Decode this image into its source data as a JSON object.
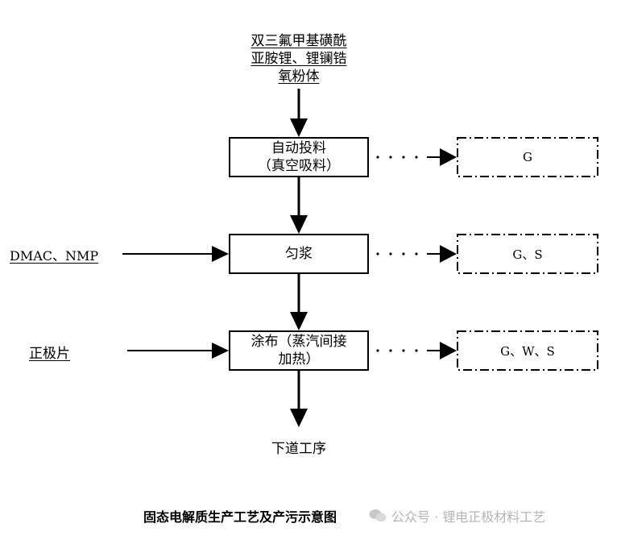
{
  "input_top": [
    "双三氟甲基磺酰",
    "亚胺锂、锂镧锆",
    "氧粉体"
  ],
  "steps": [
    {
      "lines": [
        "自动投料",
        "（真空吸料）"
      ],
      "output": "G"
    },
    {
      "lines": [
        "匀浆"
      ],
      "output": "G、S"
    },
    {
      "lines": [
        "涂布（蒸汽间接",
        "加热）"
      ],
      "output": "G、W、S"
    }
  ],
  "side_inputs": [
    "DMAC、NMP",
    "正极片"
  ],
  "next_step": "下道工序",
  "caption": "固态电解质生产工艺及产污示意图",
  "watermark": "公众号 · 锂电正极材料工艺"
}
